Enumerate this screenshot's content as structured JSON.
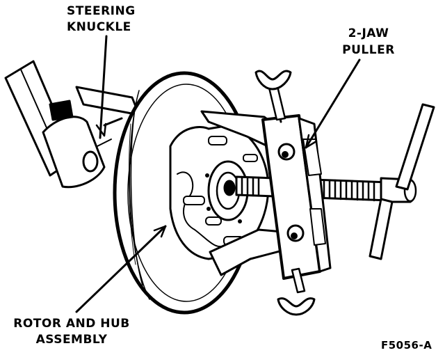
{
  "labels": {
    "steering_knuckle": [
      "STEERING",
      "KNUCKLE"
    ],
    "two_jaw_puller": [
      "2-JAW",
      "PULLER"
    ],
    "rotor_and_hub": [
      "ROTOR AND HUB",
      "ASSEMBLY"
    ],
    "figure_id": "F5056-A"
  },
  "colors": {
    "ink": "#000000",
    "paper": "#ffffff"
  }
}
